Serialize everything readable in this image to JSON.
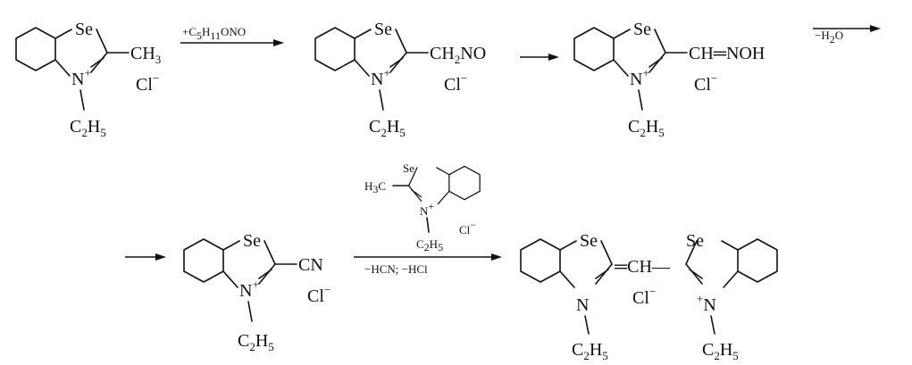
{
  "molecules": {
    "m1": {
      "heteroatom": "Se",
      "nitrogen": "N",
      "charge": "+",
      "substituent": "CH",
      "substituent_sub": "3",
      "counterion": "Cl",
      "counterion_charge": "−",
      "nalkyl": "C",
      "nalkyl_sub1": "2",
      "nalkyl_h": "H",
      "nalkyl_sub2": "5"
    },
    "m2": {
      "heteroatom": "Se",
      "nitrogen": "N",
      "charge": "+",
      "substituent": "CH",
      "substituent_sub": "2",
      "substituent_tail": "NO",
      "counterion": "Cl",
      "counterion_charge": "−",
      "nalkyl": "C",
      "nalkyl_sub1": "2",
      "nalkyl_h": "H",
      "nalkyl_sub2": "5"
    },
    "m3": {
      "heteroatom": "Se",
      "nitrogen": "N",
      "charge": "+",
      "substituent": "CH═NOH",
      "counterion": "Cl",
      "counterion_charge": "−",
      "nalkyl": "C",
      "nalkyl_sub1": "2",
      "nalkyl_h": "H",
      "nalkyl_sub2": "5"
    },
    "m4": {
      "heteroatom": "Se",
      "nitrogen": "N",
      "charge": "+",
      "substituent": "CN",
      "counterion": "Cl",
      "counterion_charge": "−",
      "nalkyl": "C",
      "nalkyl_sub1": "2",
      "nalkyl_h": "H",
      "nalkyl_sub2": "5"
    },
    "reagent": {
      "heteroatom": "Se",
      "nitrogen": "N",
      "charge": "+",
      "methyl": "H",
      "methyl_sub": "3",
      "methyl_c": "C",
      "counterion": "Cl",
      "counterion_charge": "−",
      "nalkyl": "C",
      "nalkyl_sub1": "2",
      "nalkyl_h": "H",
      "nalkyl_sub2": "5"
    },
    "product": {
      "heteroatom_left": "Se",
      "heteroatom_right": "Se",
      "nitrogen_left": "N",
      "nitrogen_right": "N",
      "charge": "+",
      "bridge": "═CH—",
      "counterion": "Cl",
      "counterion_charge": "−",
      "nalkyl": "C",
      "nalkyl_sub1": "2",
      "nalkyl_h": "H",
      "nalkyl_sub2": "5"
    }
  },
  "arrows": {
    "a1": {
      "prefix": "+C",
      "sub1": "5",
      "mid": "H",
      "sub2": "11",
      "suffix": "ONO"
    },
    "a2": {
      "label": ""
    },
    "a3": {
      "prefix": "−H",
      "sub": "2",
      "suffix": "O"
    },
    "a4": {
      "label": ""
    },
    "a5": {
      "label": "−HCN; −HCl"
    }
  }
}
